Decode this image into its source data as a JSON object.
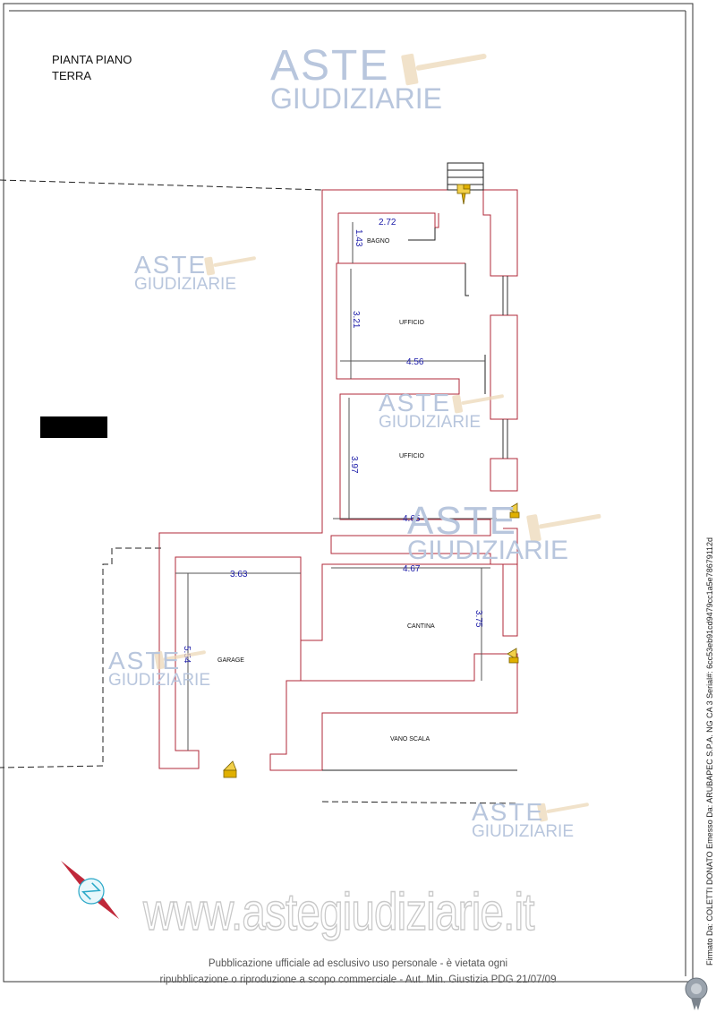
{
  "plan": {
    "title_line1": "PIANTA PIANO",
    "title_line2": "TERRA",
    "rooms": {
      "bagno": "BAGNO",
      "ufficio_1": "UFFICIO",
      "ufficio_2": "UFFICIO",
      "cantina": "CANTINA",
      "garage": "GARAGE",
      "vano_scala": "VANO SCALA"
    },
    "dimensions": {
      "bagno_w": "2.72",
      "bagno_h": "1.43",
      "ufficio1_h": "3.21",
      "ufficio1_w": "4.56",
      "ufficio2_h": "3.97",
      "ufficio2_w": "4.65",
      "cantina_w": "4.67",
      "cantina_h": "3.75",
      "garage_w": "3.63",
      "garage_h": "5.54"
    }
  },
  "watermark": {
    "brand_line1": "ASTE",
    "brand_line2": "GIUDIZIARIE",
    "website": "www.astegiudiziarie.it"
  },
  "footer": {
    "line1": "Pubblicazione ufficiale ad esclusivo uso personale - è vietata ogni",
    "line2": "ripubblicazione o riproduzione a scopo commerciale - Aut. Min. Giustizia PDG 21/07/09"
  },
  "signature": {
    "text": "Firmato Da: COLETTI DONATO Emesso Da: ARUBAPEC S.P.A. NG CA 3 Serial#: 6cc53eb91cd9479cc1a5e78679112d"
  },
  "colors": {
    "wall": "#b0283a",
    "dimension": "#1a1aa8",
    "watermark": "#b8c6dd",
    "marker": "#e0b000"
  }
}
